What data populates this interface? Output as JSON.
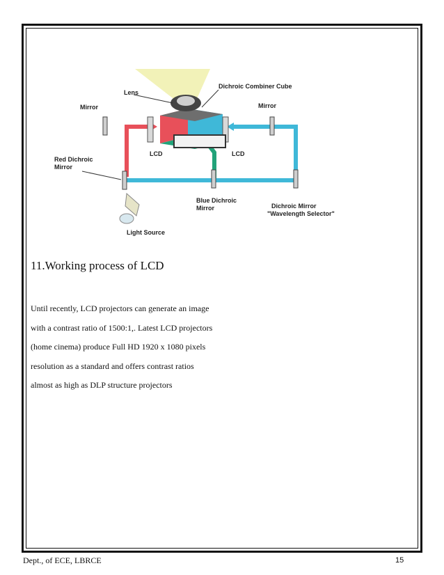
{
  "diagram": {
    "labels": {
      "lens": "Lens",
      "combiner": "Dichroic Combiner Cube",
      "mirror_left": "Mirror",
      "mirror_right": "Mirror",
      "lcd_left": "LCD",
      "lcd_right": "LCD",
      "red_dichroic_1": "Red Dichroic",
      "red_dichroic_2": "Mirror",
      "blue_dichroic_1": "Blue Dichroic",
      "blue_dichroic_2": "Mirror",
      "dichroic_mirror_1": "Dichroic Mirror",
      "dichroic_mirror_2": "\"Wavelength Selector\"",
      "light_source": "Light Source"
    },
    "colors": {
      "red_beam": "#e8505a",
      "cyan_beam": "#3fb8d8",
      "green_beam": "#22a37a",
      "lens_cone": "#f2f2b8"
    }
  },
  "section": {
    "heading": "11.Working process of LCD",
    "lines": [
      "Until recently, LCD projectors can generate an image",
      "with a contrast ratio of 1500:1,. Latest LCD projectors",
      "(home cinema) produce Full HD 1920 x 1080 pixels",
      "resolution as a standard and offers contrast ratios",
      "almost as high as DLP structure projectors"
    ]
  },
  "footer": {
    "left": "Dept., of ECE, LBRCE",
    "page_number": "15"
  }
}
